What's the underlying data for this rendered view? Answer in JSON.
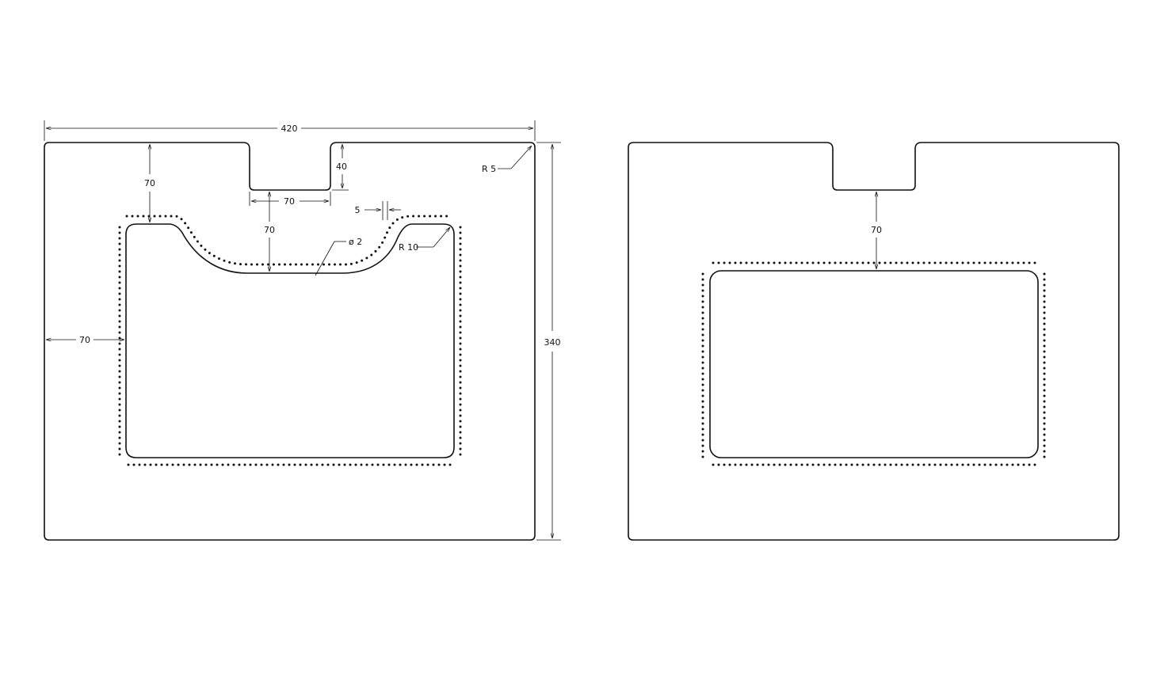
{
  "left_view": {
    "dims": {
      "overall_width": "420",
      "overall_height": "340",
      "notch_depth": "40",
      "notch_width": "70",
      "top_to_cutout": "70",
      "notch_to_cutout": "70",
      "side_margin": "70",
      "hole_spacing": "5",
      "hole_diameter": "ø 2",
      "corner_radius_outer": "R 5",
      "corner_radius_inner": "R 10"
    }
  },
  "right_view": {
    "dims": {
      "notch_to_cutout": "70"
    }
  }
}
